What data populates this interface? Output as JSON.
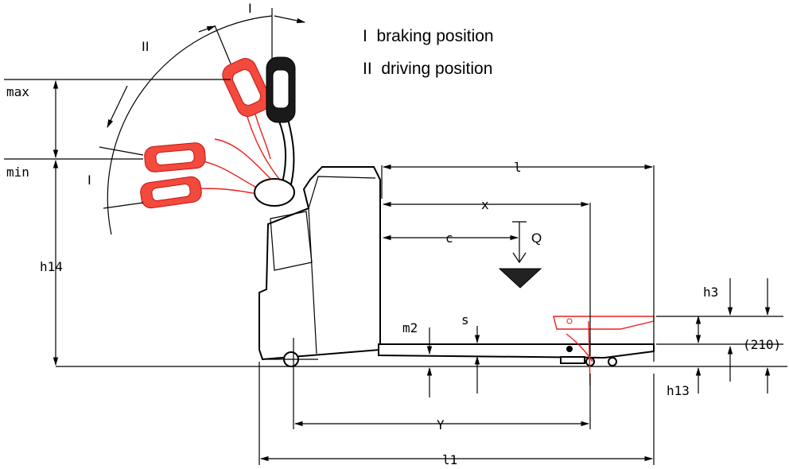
{
  "legend": {
    "braking": "I  braking position",
    "driving": "II  driving position"
  },
  "labels": {
    "max": "max",
    "min": "min",
    "h14": "h14",
    "I_top": "I",
    "II": "II",
    "I_lower": "I",
    "l": "l",
    "x": "x",
    "c": "c",
    "Q": "Q",
    "h3": "h3",
    "dim210": "(210)",
    "m2": "m2",
    "s": "s",
    "h13": "h13",
    "Y": "Y",
    "l1": "l1"
  },
  "colors": {
    "tiller_alt": "#e8211d",
    "lines": "#000000"
  }
}
